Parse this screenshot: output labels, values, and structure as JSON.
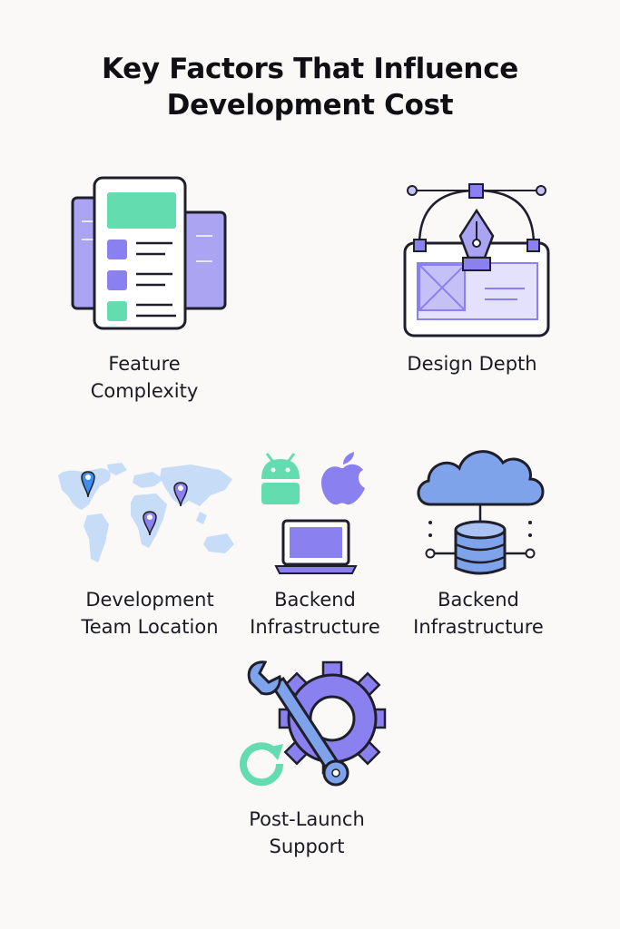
{
  "title": {
    "line1": "Key Factors That Influence",
    "line2": "Development Cost"
  },
  "factors": [
    {
      "icon": "mobile-app-screens-icon",
      "line1": "Feature",
      "line2": "Complexity"
    },
    {
      "icon": "pen-tool-design-icon",
      "line1": "Design Depth",
      "line2": ""
    },
    {
      "icon": "world-map-pins-icon",
      "line1": "Development",
      "line2": "Team Location"
    },
    {
      "icon": "platforms-android-apple-laptop-icon",
      "line1": "Backend",
      "line2": "Infrastructure"
    },
    {
      "icon": "cloud-database-icon",
      "line1": "Backend",
      "line2": "Infrastructure"
    },
    {
      "icon": "wrench-gear-refresh-icon",
      "line1": "Post-Launch",
      "line2": "Support"
    }
  ],
  "colors": {
    "purple": "#8b80f0",
    "light_purple": "#c5c1f7",
    "green": "#63dcb0",
    "blue": "#7fa3ea",
    "light_blue": "#c7dcf7",
    "outline": "#1f1f2b",
    "background": "#faf9f8"
  }
}
